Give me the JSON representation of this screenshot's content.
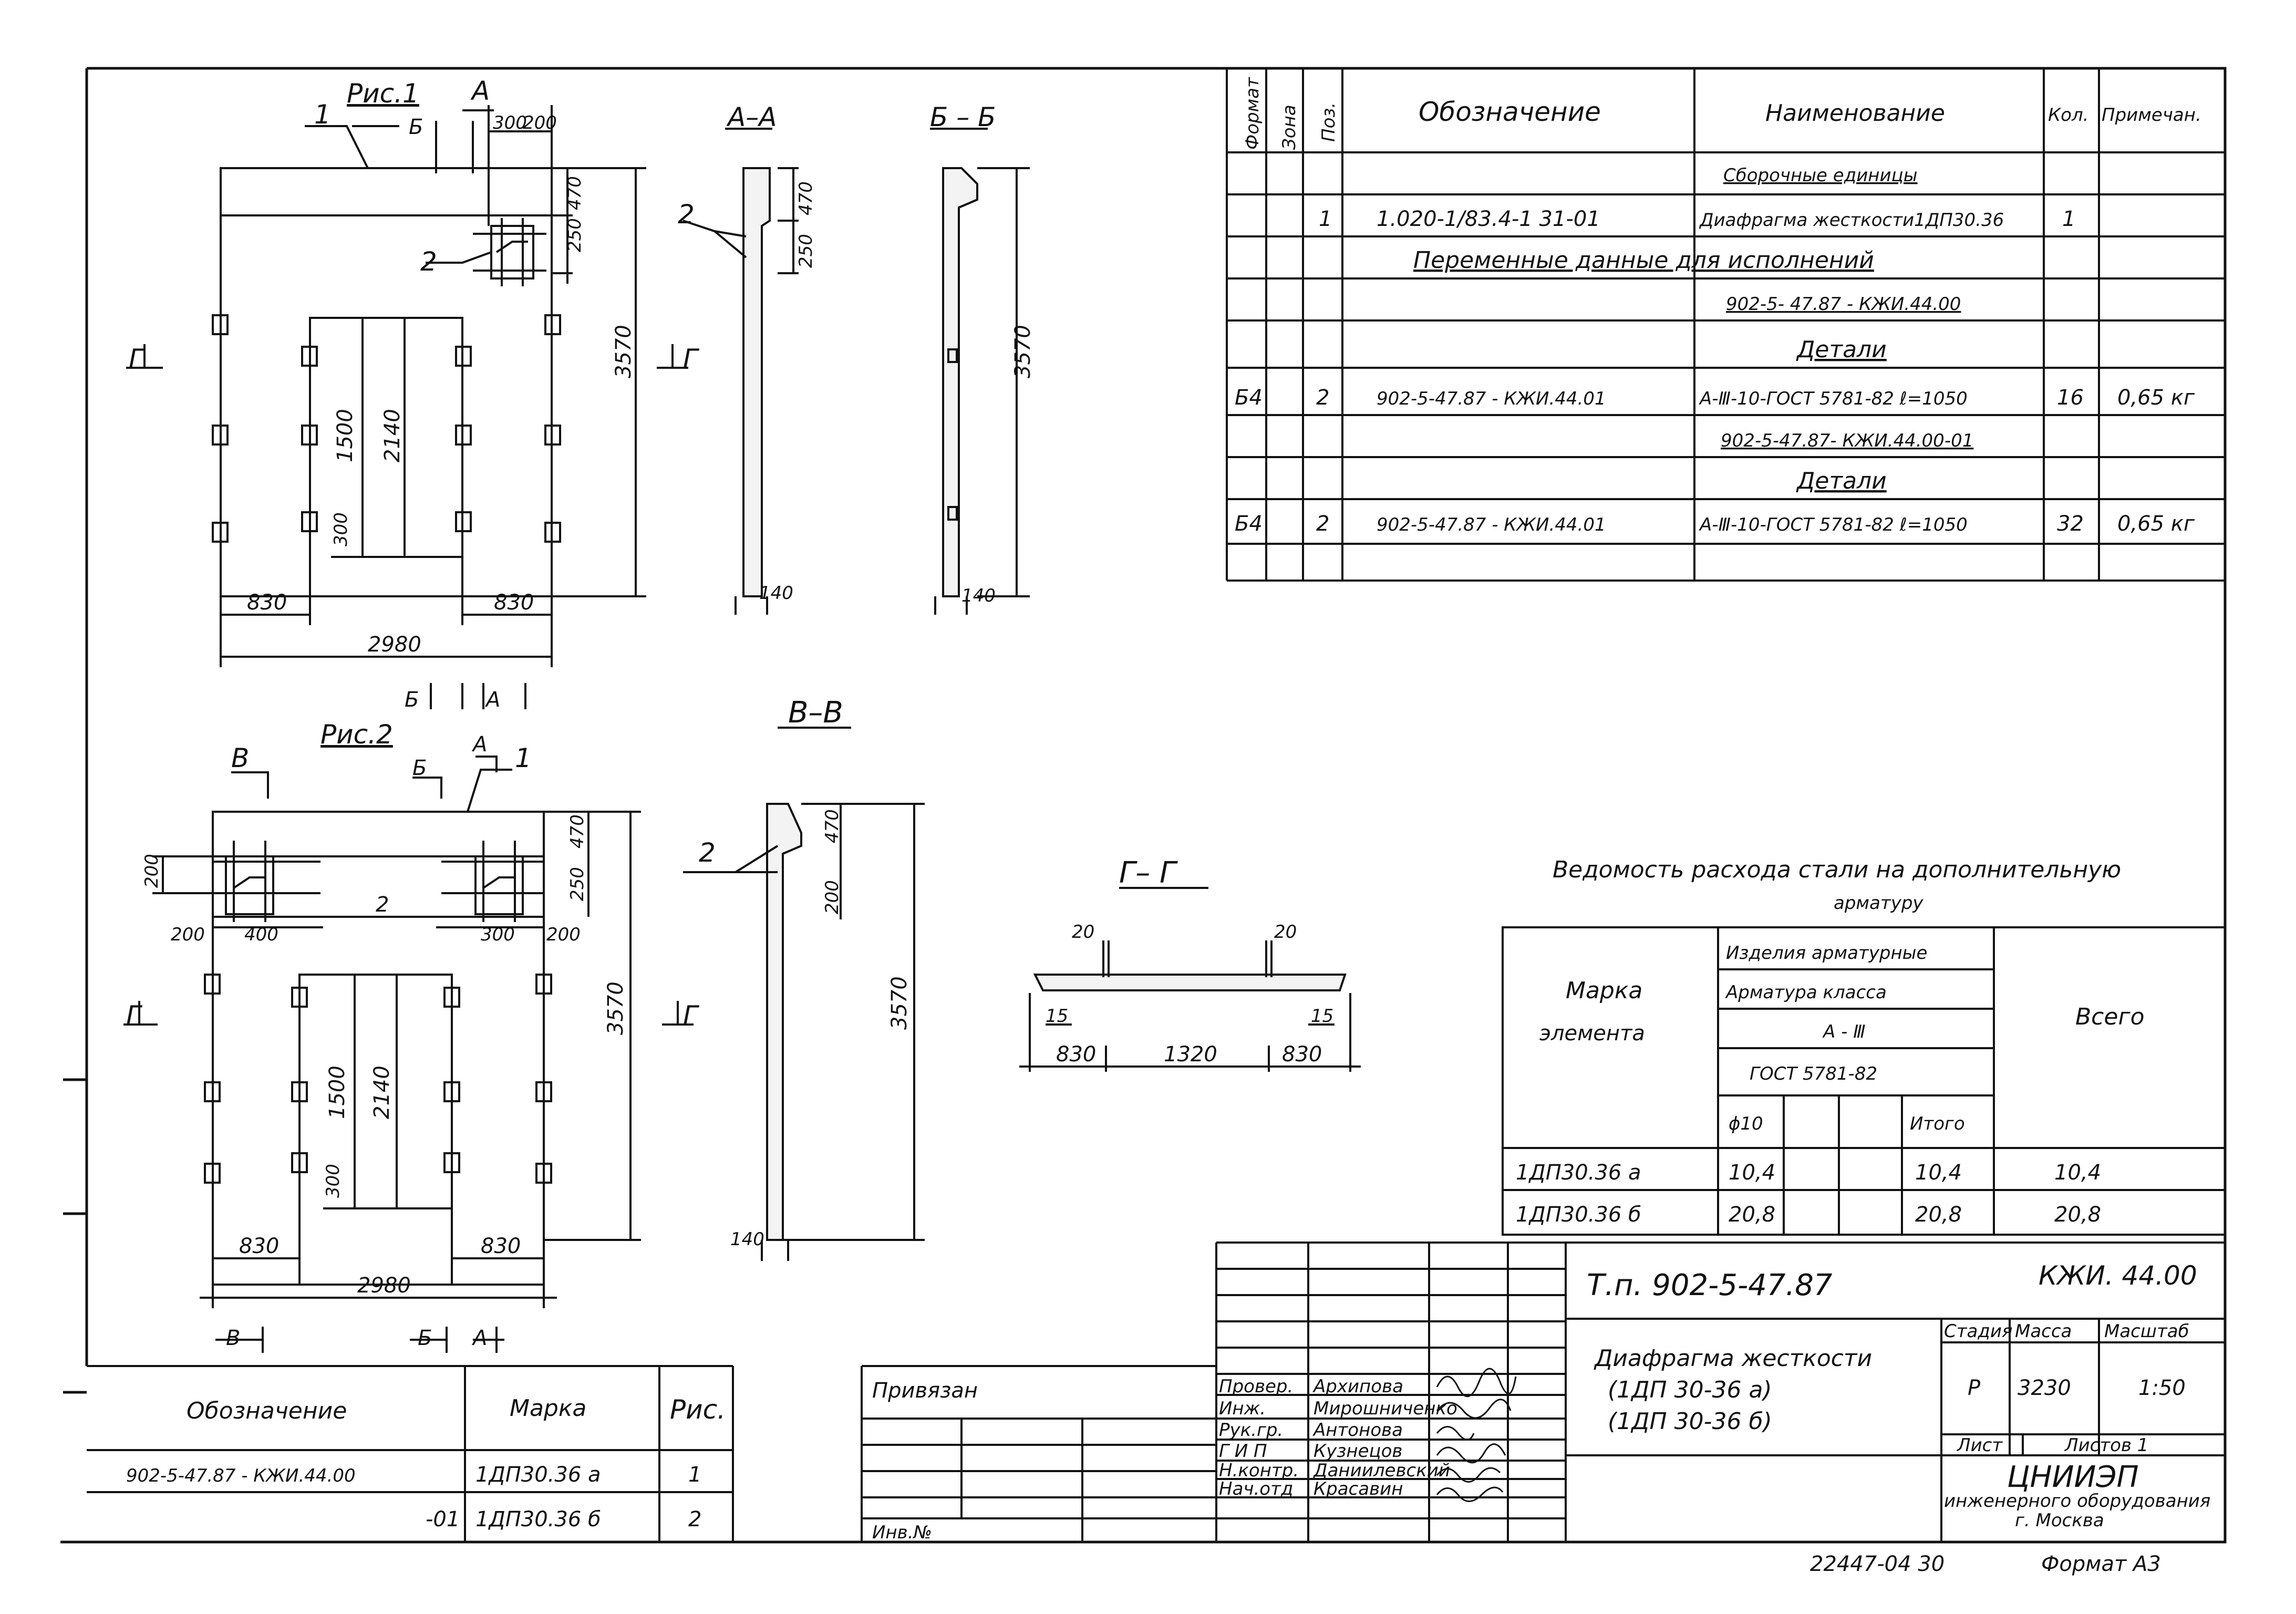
{
  "fig1": {
    "title": "Рис.1",
    "leader_1": "1",
    "leader_2": "2",
    "cut_a": "А",
    "cut_b": "Б",
    "cut_g": "Г",
    "dim_300": "300",
    "dim_200": "200",
    "dim_470": "470",
    "dim_250": "250",
    "dim_3570": "3570",
    "dim_1500": "1500",
    "dim_2140": "2140",
    "dim_300v": "300",
    "dim_830_left": "830",
    "dim_830_right": "830",
    "dim_2980": "2980"
  },
  "section_aa": {
    "title": "А–А",
    "leader": "2",
    "dim_470": "470",
    "dim_250": "250",
    "dim_140": "140",
    "cut_g": "Г"
  },
  "section_bb": {
    "title": "Б – Б",
    "dim_3570": "3570",
    "dim_140": "140"
  },
  "fig2": {
    "title": "Рис.2",
    "leader_1": "1",
    "leader_2": "2",
    "cut_a": "А",
    "cut_b": "Б",
    "cut_v": "В",
    "cut_g": "Г",
    "dim_200_left": "200",
    "dim_400": "400",
    "dim_300": "300",
    "dim_200_right": "200",
    "dim_200_v": "200",
    "dim_470": "470",
    "dim_250": "250",
    "dim_3570": "3570",
    "dim_1500": "1500",
    "dim_2140": "2140",
    "dim_300v": "300",
    "dim_830_left": "830",
    "dim_830_right": "830",
    "dim_2980": "2980"
  },
  "section_vv": {
    "title": "В–В",
    "leader": "2",
    "dim_470": "470",
    "dim_200": "200",
    "dim_3570": "3570",
    "dim_140": "140"
  },
  "section_gg": {
    "title": "Г– Г",
    "dim_20_left": "20",
    "dim_20_right": "20",
    "dim_15_left": "15",
    "dim_15_right": "15",
    "dim_830_left": "830",
    "dim_1320": "1320",
    "dim_830_right": "830"
  },
  "spec": {
    "headers": {
      "format": "Формат",
      "zone": "Зона",
      "pos": "Поз.",
      "designation": "Обозначение",
      "name": "Наименование",
      "qty": "Кол.",
      "note": "Примечан."
    },
    "rows": [
      {
        "format": "",
        "pos": "",
        "designation": "",
        "name": "Сборочные единицы",
        "qty": "",
        "note": ""
      },
      {
        "format": "",
        "pos": "1",
        "designation": "1.020-1/83.4-1 31-01",
        "name": "Диафрагма жесткости1ДП30.36",
        "qty": "1",
        "note": ""
      },
      {
        "format": "",
        "pos": "",
        "designation": "",
        "name": "",
        "qty": "",
        "note": ""
      },
      {
        "format": "",
        "pos": "",
        "designation": "",
        "name": "902-5- 47.87 - КЖИ.44.00",
        "qty": "",
        "note": ""
      },
      {
        "format": "",
        "pos": "",
        "designation": "",
        "name": "Детали",
        "qty": "",
        "note": ""
      },
      {
        "format": "Б4",
        "pos": "2",
        "designation": "902-5-47.87   - КЖИ.44.01",
        "name": "А-Ⅲ-10-ГОСТ 5781-82  ℓ=1050",
        "qty": "16",
        "note": "0,65 кг"
      },
      {
        "format": "",
        "pos": "",
        "designation": "",
        "name": "902-5-47.87- КЖИ.44.00-01",
        "qty": "",
        "note": ""
      },
      {
        "format": "",
        "pos": "",
        "designation": "",
        "name": "Детали",
        "qty": "",
        "note": ""
      },
      {
        "format": "Б4",
        "pos": "2",
        "designation": "902-5-47.87   - КЖИ.44.01",
        "name": "А-Ⅲ-10-ГОСТ 5781-82  ℓ=1050",
        "qty": "32",
        "note": "0,65 кг"
      }
    ],
    "variable_data": "Переменные данные для исполнений"
  },
  "steel": {
    "title_1": "Ведомость расхода стали на дополнительную",
    "title_2": "арматуру",
    "mark_1": "Марка",
    "mark_2": "элемента",
    "group": "Изделия арматурные",
    "class_label": "Арматура  класса",
    "class": "А - Ⅲ",
    "gost": "ГОСТ  5781-82",
    "col_d10": "ϕ10",
    "col_total": "Итого",
    "total": "Всего",
    "rows": [
      {
        "mark": "1ДП30.36 а",
        "d10": "10,4",
        "itogo": "10,4",
        "vsego": "10,4"
      },
      {
        "mark": "1ДП30.36 б",
        "d10": "20,8",
        "itogo": "20,8",
        "vsego": "20,8"
      }
    ]
  },
  "legend": {
    "headers": {
      "designation": "Обозначение",
      "mark": "Марка",
      "fig": "Рис."
    },
    "rows": [
      {
        "designation": "902-5-47.87 - КЖИ.44.00",
        "mark": "1ДП30.36 а",
        "fig": "1"
      },
      {
        "designation": "-01",
        "mark": "1ДП30.36 б",
        "fig": "2"
      }
    ]
  },
  "binding": {
    "label": "Привязан",
    "inv": "Инв.№"
  },
  "title_block": {
    "project": "Т.п. 902-5-47.87",
    "code": "КЖИ. 44.00",
    "name_1": "Диафрагма жесткости",
    "name_2": "(1ДП 30-36 а)",
    "name_3": "(1ДП 30-36 б)",
    "stage_label": "Стадия",
    "mass_label": "Масса",
    "scale_label": "Масштаб",
    "stage": "Р",
    "mass": "3230",
    "scale": "1:50",
    "sheet_label": "Лист",
    "sheets_label": "Листов 1",
    "org_1": "ЦНИИЭП",
    "org_2": "инженерного оборудования",
    "org_3": "г. Москва",
    "signatures": [
      {
        "role": "Провер.",
        "name": "Архипова"
      },
      {
        "role": "Инж.",
        "name": "Мирошниченко"
      },
      {
        "role": "Рук.гр.",
        "name": "Антонова"
      },
      {
        "role": "Г И П",
        "name": "Кузнецов"
      },
      {
        "role": "Н.контр.",
        "name": "Даниилевский"
      },
      {
        "role": "Нач.отд",
        "name": "Красавин"
      }
    ]
  },
  "footer": {
    "number": "22447-04  30",
    "format": "Формат А3"
  }
}
